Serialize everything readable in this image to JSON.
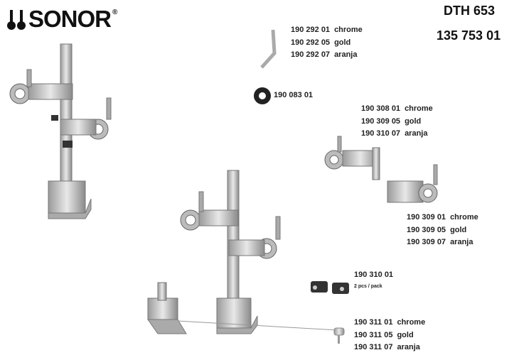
{
  "brand": {
    "name": "SONOR",
    "registered": "®"
  },
  "model": {
    "code": "DTH 653",
    "article": "135 753 01"
  },
  "parts": [
    {
      "id": "rod",
      "variants": [
        {
          "number": "190 292 01",
          "finish": "chrome"
        },
        {
          "number": "190 292 05",
          "finish": "gold"
        },
        {
          "number": "190 292 07",
          "finish": "aranja"
        }
      ]
    },
    {
      "id": "knob",
      "number": "190 083 01"
    },
    {
      "id": "upper-clamp",
      "variants": [
        {
          "number": "190 308 01",
          "finish": "chrome"
        },
        {
          "number": "190 309 05",
          "finish": "gold"
        },
        {
          "number": "190 310 07",
          "finish": "aranja"
        }
      ]
    },
    {
      "id": "lower-clamp",
      "variants": [
        {
          "number": "190 309 01",
          "finish": "chrome"
        },
        {
          "number": "190 309 05",
          "finish": "gold"
        },
        {
          "number": "190 309 07",
          "finish": "aranja"
        }
      ]
    },
    {
      "id": "blocks",
      "number": "190 310 01",
      "note": "2 pcs / pack"
    },
    {
      "id": "wire",
      "variants": [
        {
          "number": "190 311 01",
          "finish": "chrome"
        },
        {
          "number": "190 311 05",
          "finish": "gold"
        },
        {
          "number": "190 311 07",
          "finish": "aranja"
        }
      ]
    }
  ]
}
